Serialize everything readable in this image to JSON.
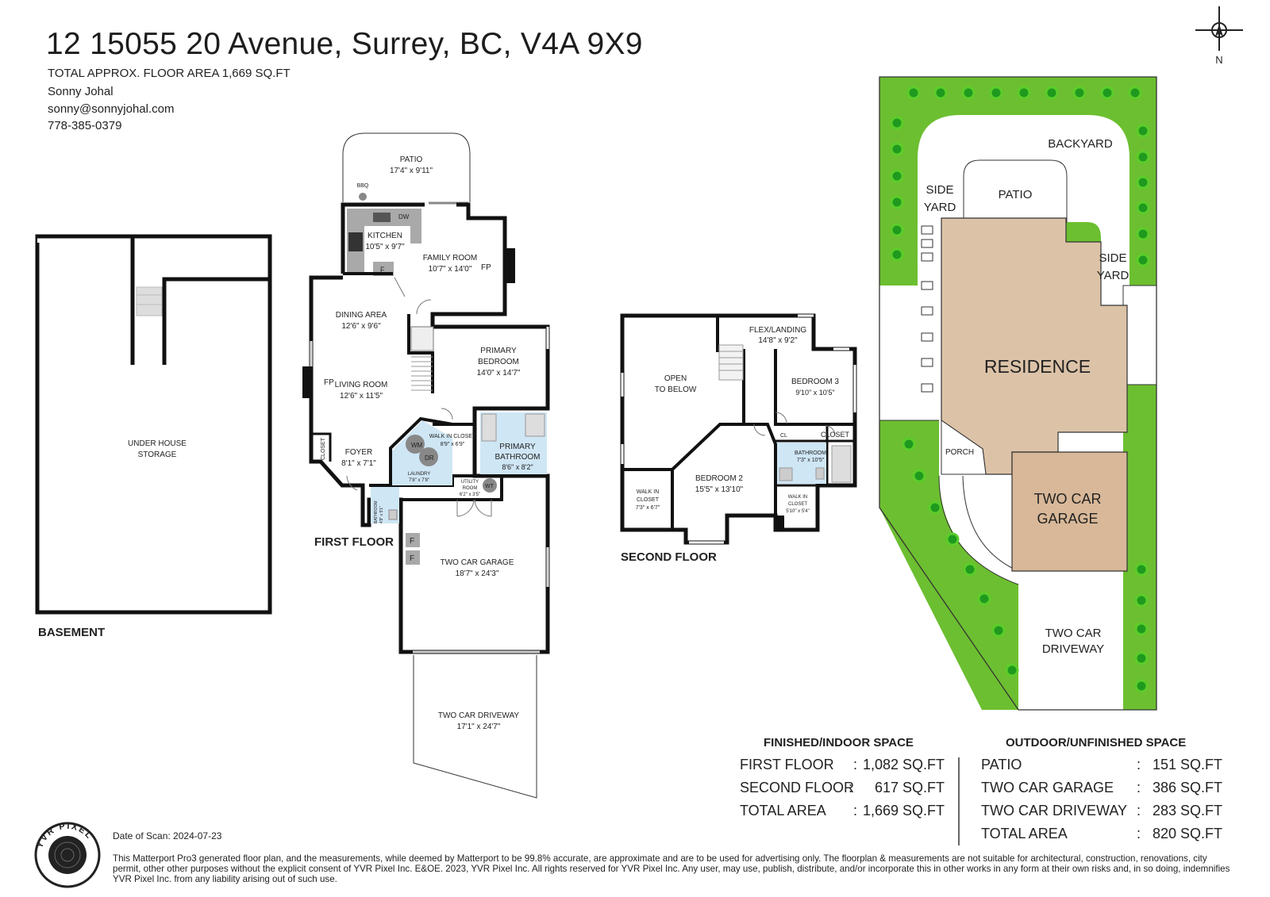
{
  "header": {
    "address": "12 15055 20 Avenue, Surrey, BC, V4A 9X9",
    "floor_area": "TOTAL APPROX. FLOOR AREA 1,669 SQ.FT",
    "agent_name": "Sonny Johal",
    "agent_email": "sonny@sonnyjohal.com",
    "agent_phone": "778-385-0379"
  },
  "compass": {
    "label": "N",
    "icon": "compass-north-icon"
  },
  "basement": {
    "title": "BASEMENT",
    "room": [
      "UNDER HOUSE",
      "STORAGE"
    ]
  },
  "first_floor": {
    "title": "FIRST FLOOR",
    "patio": {
      "name": "PATIO",
      "dims": "17'4\" x 9'11\""
    },
    "bbq": "BBQ",
    "dw": "DW",
    "kitchen": {
      "name": "KITCHEN",
      "dims": "10'5\" x 9'7\""
    },
    "fridge": "F",
    "family_room": {
      "name": "FAMILY ROOM",
      "dims": "10'7\" x 14'0\""
    },
    "fp_family": "FP",
    "dining": {
      "name": "DINING AREA",
      "dims": "12'6\" x 9'6\""
    },
    "living": {
      "name": "LIVING ROOM",
      "dims": "12'6\" x 11'5\""
    },
    "fp_living": "FP",
    "primary_bedroom": {
      "name": "PRIMARY",
      "name2": "BEDROOM",
      "dims": "14'0\" x 14'7\""
    },
    "walk_in": {
      "name": "WALK IN CLOSET",
      "dims": "8'9\" x 6'9\""
    },
    "primary_bath": {
      "name": "PRIMARY",
      "name2": "BATHROOM",
      "dims": "8'6\" x 8'2\""
    },
    "closet": "CLOSET",
    "foyer": {
      "name": "FOYER",
      "dims": "8'1\" x 7'1\""
    },
    "wm": "WM",
    "dr": "DR",
    "laundry": {
      "name": "LAUNDRY",
      "dims": "7'8\" x 7'8\""
    },
    "utility": {
      "name": "UTILITY",
      "name2": "ROOM",
      "dims": "6'2\" x 3'5\""
    },
    "wt": "WT",
    "bathroom": {
      "name": "BATHROOM",
      "dims": "4'8\" x 5'1\""
    },
    "freezer_1": "F",
    "freezer_2": "F",
    "garage": {
      "name": "TWO CAR GARAGE",
      "dims": "18'7\" x 24'3\""
    },
    "driveway": {
      "name": "TWO CAR DRIVEWAY",
      "dims": "17'1\" x 24'7\""
    }
  },
  "second_floor": {
    "title": "SECOND FLOOR",
    "open_below": {
      "name": "OPEN",
      "name2": "TO BELOW"
    },
    "flex": {
      "name": "FLEX/LANDING",
      "dims": "14'8\" x 9'2\""
    },
    "bedroom3": {
      "name": "BEDROOM 3",
      "dims": "9'10\" x 10'5\""
    },
    "closet": "CLOSET",
    "cl": "CL",
    "bathroom": {
      "name": "BATHROOM",
      "dims": "7'3\" x 10'5\""
    },
    "bedroom2": {
      "name": "BEDROOM 2",
      "dims": "15'5\" x 13'10\""
    },
    "walk_in_left": {
      "name": "WALK IN",
      "name2": "CLOSET",
      "dims": "7'3\" x 6'7\""
    },
    "walk_in_right": {
      "name": "WALK IN",
      "name2": "CLOSET",
      "dims": "5'10\" x 5'4\""
    }
  },
  "site_plan": {
    "backyard": "BACKYARD",
    "side_yard_left": [
      "SIDE",
      "YARD"
    ],
    "side_yard_right": [
      "SIDE",
      "YARD"
    ],
    "patio": "PATIO",
    "residence": "RESIDENCE",
    "porch": "PORCH",
    "garage": [
      "TWO CAR",
      "GARAGE"
    ],
    "driveway": [
      "TWO CAR",
      "DRIVEWAY"
    ]
  },
  "finished_space": {
    "heading": "FINISHED/INDOOR SPACE",
    "rows": [
      {
        "label": "FIRST FLOOR",
        "sep": ":",
        "value": "1,082 SQ.FT"
      },
      {
        "label": "SECOND FLOOR",
        "sep": ":",
        "value": "617 SQ.FT"
      },
      {
        "label": "TOTAL AREA",
        "sep": ":",
        "value": "1,669 SQ.FT"
      }
    ]
  },
  "outdoor_space": {
    "heading": "OUTDOOR/UNFINISHED SPACE",
    "rows": [
      {
        "label": "PATIO",
        "sep": ":",
        "value": "151 SQ.FT"
      },
      {
        "label": "TWO CAR GARAGE",
        "sep": ":",
        "value": "386 SQ.FT"
      },
      {
        "label": "TWO CAR DRIVEWAY",
        "sep": ":",
        "value": "283 SQ.FT"
      },
      {
        "label": "TOTAL AREA",
        "sep": ":",
        "value": "820 SQ.FT"
      }
    ]
  },
  "footer": {
    "logo_text": "YVR PIXEL",
    "date_of_scan": "Date of Scan: 2024-07-23",
    "disclaimer": "This Matterport Pro3 generated floor plan, and the measurements, while deemed by Matterport to be 99.8% accurate, are approximate and are to be used for advertising only. The floorplan & measurements are not suitable for architectural, construction, renovations, city permit, other other purposes without the explicit consent of YVR Pixel Inc. E&OE. 2023, YVR Pixel Inc. All rights reserved for YVR Pixel Inc. Any user, may use, publish, distribute, and/or incorporate this in other works in any form at their own risks and, in so doing, indemnifies YVR Pixel Inc. from any liability arising out of such use."
  },
  "colors": {
    "wall": "#111111",
    "lawn": "#6cbf30",
    "tree": "#1f9a1f",
    "residence_fill": "#dcc3a8",
    "garage_fill": "#d8b898",
    "utility_blue": "#cfe6f5",
    "appliance_gray": "#a9a9a9"
  }
}
